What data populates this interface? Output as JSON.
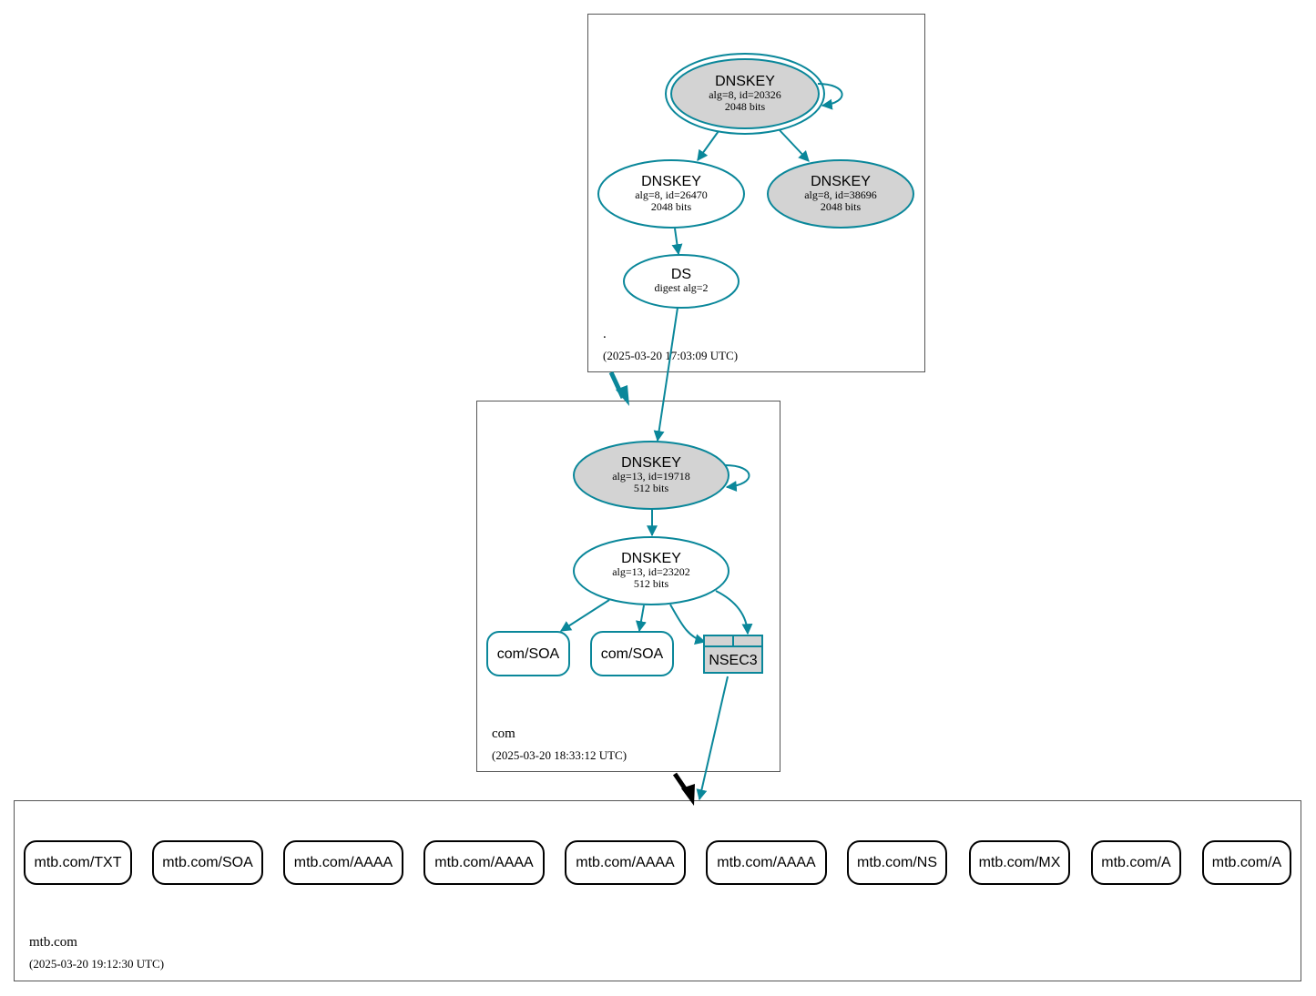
{
  "colors": {
    "edge": "#0a879a",
    "node_fill_grey": "#d3d3d3",
    "zone_border": "#555555",
    "black_arrow": "#000000"
  },
  "zones": {
    "root": {
      "name": ".",
      "time": "(2025-03-20 17:03:09 UTC)",
      "ksk": {
        "title": "DNSKEY",
        "line1": "alg=8, id=20326",
        "line2": "2048 bits"
      },
      "zsk1": {
        "title": "DNSKEY",
        "line1": "alg=8, id=26470",
        "line2": "2048 bits"
      },
      "zsk2": {
        "title": "DNSKEY",
        "line1": "alg=8, id=38696",
        "line2": "2048 bits"
      },
      "ds": {
        "title": "DS",
        "line1": "digest alg=2"
      }
    },
    "com": {
      "name": "com",
      "time": "(2025-03-20 18:33:12 UTC)",
      "ksk": {
        "title": "DNSKEY",
        "line1": "alg=13, id=19718",
        "line2": "512 bits"
      },
      "zsk": {
        "title": "DNSKEY",
        "line1": "alg=13, id=23202",
        "line2": "512 bits"
      },
      "soa1": "com/SOA",
      "soa2": "com/SOA",
      "nsec3": "NSEC3"
    },
    "mtb": {
      "name": "mtb.com",
      "time": "(2025-03-20 19:12:30 UTC)",
      "records": [
        "mtb.com/TXT",
        "mtb.com/SOA",
        "mtb.com/AAAA",
        "mtb.com/AAAA",
        "mtb.com/AAAA",
        "mtb.com/AAAA",
        "mtb.com/NS",
        "mtb.com/MX",
        "mtb.com/A",
        "mtb.com/A"
      ]
    }
  }
}
